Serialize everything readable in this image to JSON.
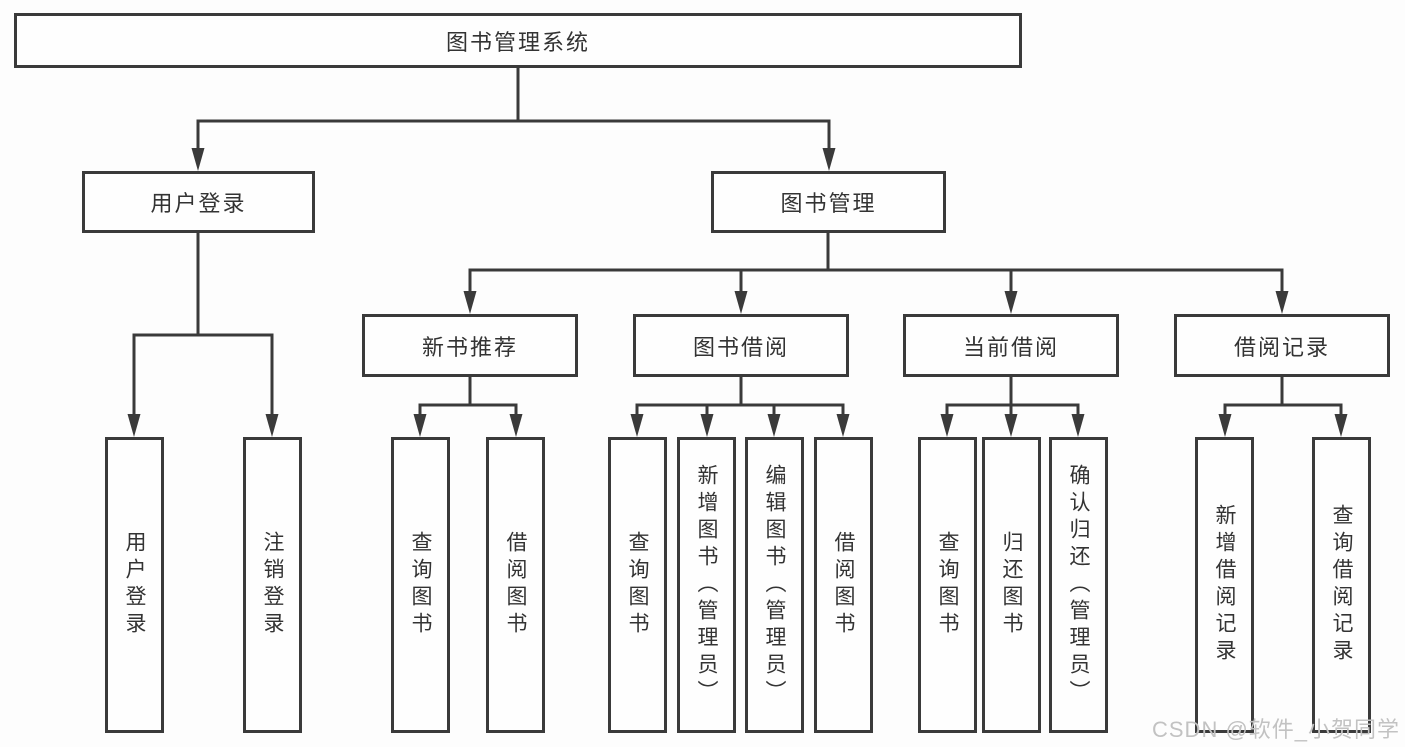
{
  "diagram_title": "图书管理系统",
  "colors": {
    "line": "#3a3a3a",
    "text": "#333333",
    "background": "#fdfdfd",
    "watermark": "#c2c2c2"
  },
  "watermark": "CSDN @软件_小贺同学",
  "tree": {
    "root": {
      "label": "图书管理系统"
    },
    "branches": [
      {
        "label": "用户登录",
        "children": [
          {
            "label": "用户登录"
          },
          {
            "label": "注销登录"
          }
        ]
      },
      {
        "label": "图书管理",
        "children": [
          {
            "label": "新书推荐",
            "children": [
              {
                "label": "查询图书"
              },
              {
                "label": "借阅图书"
              }
            ]
          },
          {
            "label": "图书借阅",
            "children": [
              {
                "label": "查询图书"
              },
              {
                "label": "新增图书（管理员）"
              },
              {
                "label": "编辑图书（管理员）"
              },
              {
                "label": "借阅图书"
              }
            ]
          },
          {
            "label": "当前借阅",
            "children": [
              {
                "label": "查询图书"
              },
              {
                "label": "归还图书"
              },
              {
                "label": "确认归还（管理员）"
              }
            ]
          },
          {
            "label": "借阅记录",
            "children": [
              {
                "label": "新增借阅记录"
              },
              {
                "label": "查询借阅记录"
              }
            ]
          }
        ]
      }
    ]
  }
}
